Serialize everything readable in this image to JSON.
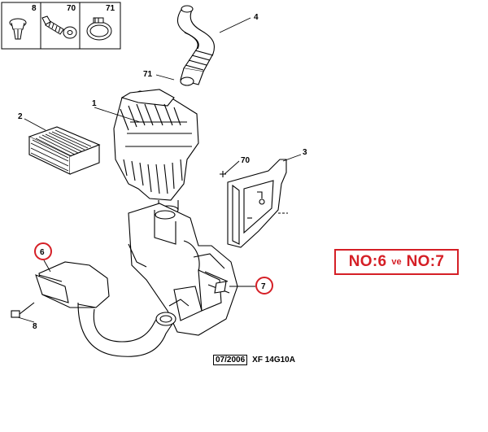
{
  "hardware_legend": [
    {
      "number": "8",
      "icon": "push-rivet-icon"
    },
    {
      "number": "70",
      "icon": "bolt-washer-icon"
    },
    {
      "number": "71",
      "icon": "hose-clamp-icon"
    }
  ],
  "callouts": {
    "part_1": "1",
    "part_2": "2",
    "part_3": "3",
    "part_4": "4",
    "part_6": "6",
    "part_7": "7",
    "part_8": "8",
    "part_70": "70",
    "part_71": "71"
  },
  "highlight": {
    "color": "#d51f26",
    "left": "NO:6",
    "connector": "ve",
    "right": "NO:7"
  },
  "footer": {
    "date": "07/2006",
    "code": "XF 14G10A"
  }
}
